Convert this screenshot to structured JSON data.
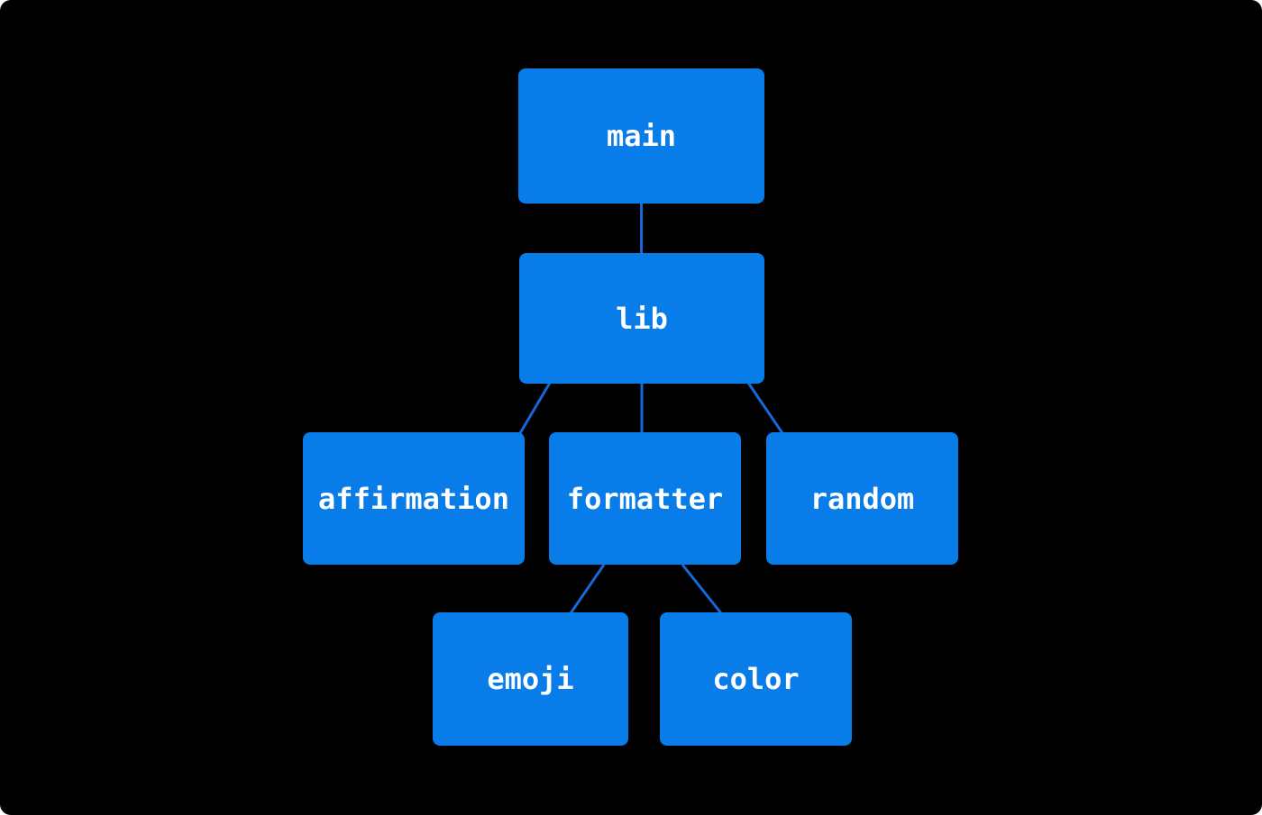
{
  "diagram": {
    "type": "dependency-tree",
    "nodes": [
      {
        "id": "main",
        "label": "main"
      },
      {
        "id": "lib",
        "label": "lib"
      },
      {
        "id": "affirmation",
        "label": "affirmation"
      },
      {
        "id": "formatter",
        "label": "formatter"
      },
      {
        "id": "random",
        "label": "random"
      },
      {
        "id": "emoji",
        "label": "emoji"
      },
      {
        "id": "color",
        "label": "color"
      }
    ],
    "edges": [
      {
        "from": "main",
        "to": "lib"
      },
      {
        "from": "lib",
        "to": "affirmation"
      },
      {
        "from": "lib",
        "to": "formatter"
      },
      {
        "from": "lib",
        "to": "random"
      },
      {
        "from": "formatter",
        "to": "emoji"
      },
      {
        "from": "formatter",
        "to": "color"
      }
    ],
    "colors": {
      "background": "#000000",
      "node_fill": "#087ce8",
      "edge": "#1668d8",
      "label": "#ffffff"
    }
  }
}
